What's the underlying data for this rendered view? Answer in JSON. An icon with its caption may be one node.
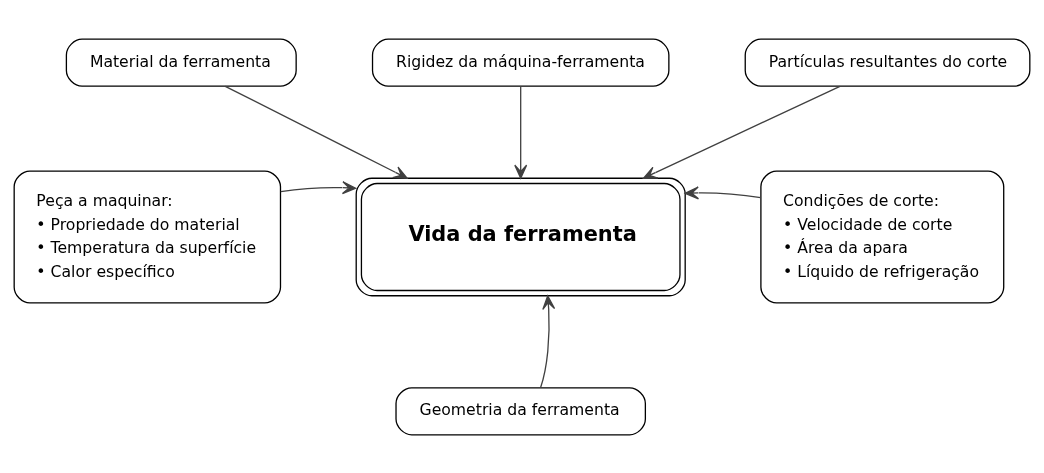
{
  "diagram": {
    "nodes": [
      {
        "text": [
          "Material da ferramenta"
        ]
      },
      {
        "text": [
          "Rigidez da máquina-ferramenta"
        ]
      },
      {
        "text": [
          "Partículas resultantes do corte"
        ]
      },
      {
        "text": [
          "Peça a maquinar:",
          "• Propriedade do material",
          "• Temperatura da superfície",
          "• Calor específico"
        ]
      },
      {
        "text": [
          "Vida da ferramenta"
        ]
      },
      {
        "text": [
          "Condições de corte:",
          "• Velocidade de corte",
          "• Área da apara",
          "• Líquido de refrigeração"
        ]
      },
      {
        "text": [
          "Geometria da ferramenta"
        ]
      }
    ],
    "edges": [
      {
        "from": 0,
        "to": 4,
        "arrow": "to"
      },
      {
        "from": 1,
        "to": 4,
        "arrow": "to"
      },
      {
        "from": 2,
        "to": 4,
        "arrow": "to"
      },
      {
        "from": 3,
        "to": 4,
        "arrow": "to"
      },
      {
        "from": 5,
        "to": 4,
        "arrow": "to"
      },
      {
        "from": 6,
        "to": 4,
        "arrow": "to"
      }
    ]
  }
}
